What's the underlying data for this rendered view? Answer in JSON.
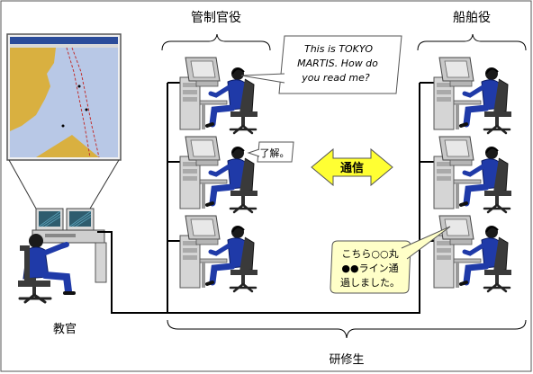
{
  "labels": {
    "controller_role": "管制官役",
    "ship_role": "船舶役",
    "instructor": "教官",
    "trainees": "研修生",
    "communication": "通信"
  },
  "speech": {
    "controller_english": [
      "This is TOKYO",
      "MARTIS. How do",
      "you read me?"
    ],
    "controller_ack": "了解。",
    "ship_reply": [
      "こちら○○丸",
      "●●ライン通",
      "過しました。"
    ]
  },
  "colors": {
    "frame_border": "#555555",
    "network_line": "#000000",
    "bubble_fill_white": "#ffffff",
    "bubble_fill_yellow": "#ffffc8",
    "arrow_fill": "#ffff33",
    "operator_suit": "#1f3aa8",
    "chair": "#3a3a3a",
    "console": "#c8c8c8",
    "map_sea": "#b8c8e6",
    "map_land": "#d9b040"
  }
}
